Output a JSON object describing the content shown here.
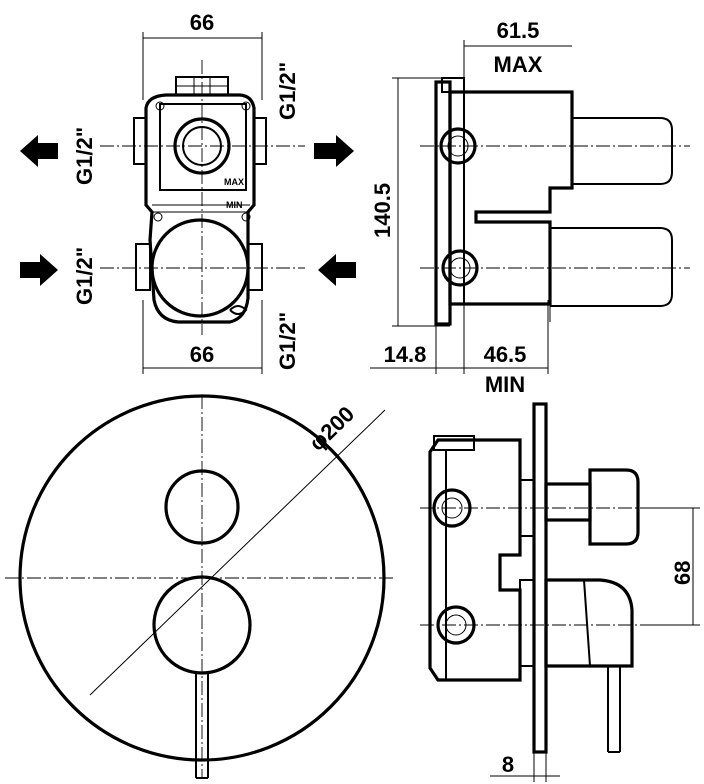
{
  "dimensions": {
    "top_left_width_top": "66",
    "top_left_width_bottom": "66",
    "height": "140.5",
    "side_max_depth": "61.5",
    "side_max_label": "MAX",
    "side_offset": "14.8",
    "side_min_depth": "46.5",
    "side_min_label": "MIN",
    "plate_diameter": "φ200",
    "handle_spacing": "68",
    "plate_thickness": "8"
  },
  "connections": {
    "top_right": "G1/2\"",
    "left_upper": "G1/2\"",
    "left_lower": "G1/2\"",
    "bottom_right": "G1/2\""
  },
  "body_marks": {
    "max": "MAX",
    "min": "MIN"
  },
  "icons": [
    "arrow-left-icon",
    "arrow-right-icon"
  ]
}
